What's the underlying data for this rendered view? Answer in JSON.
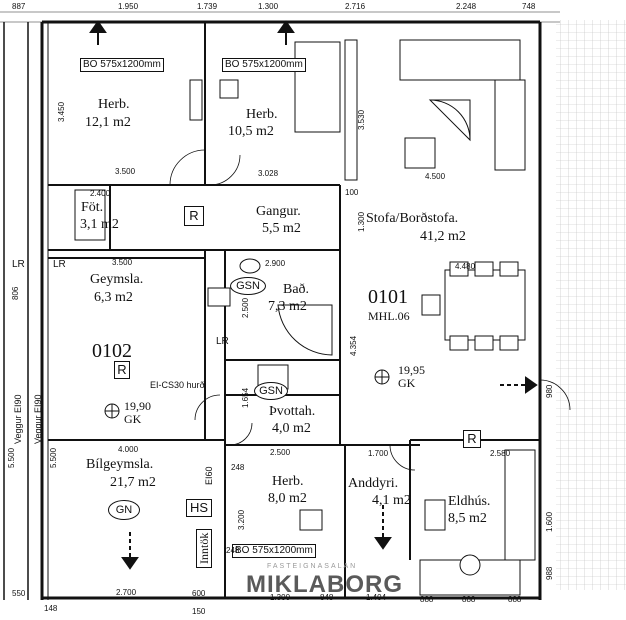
{
  "rooms": {
    "herb1": {
      "name": "Herb.",
      "area": "12,1 m2"
    },
    "herb2": {
      "name": "Herb.",
      "area": "10,5 m2"
    },
    "fot": {
      "name": "Föt.",
      "area": "3,1 m2"
    },
    "gangur": {
      "name": "Gangur.",
      "area": "5,5 m2"
    },
    "stofa": {
      "name": "Stofa/Borðstofa.",
      "area": "41,2 m2"
    },
    "geymsla": {
      "name": "Geymsla.",
      "area": "6,3 m2"
    },
    "bad": {
      "name": "Bað.",
      "area": "7,3 m2"
    },
    "thvottah": {
      "name": "Þvottah.",
      "area": "4,0 m2"
    },
    "bilgeymsla": {
      "name": "Bílgeymsla.",
      "area": "21,7 m2"
    },
    "herb3": {
      "name": "Herb.",
      "area": "8,0 m2"
    },
    "anddyri": {
      "name": "Anddyri.",
      "area": "4,1 m2"
    },
    "eldhus": {
      "name": "Eldhús.",
      "area": "8,5 m2"
    }
  },
  "units": {
    "u0101": "0101",
    "u0101_sub": "MHL.06",
    "u0102": "0102"
  },
  "labels": {
    "bo1": "BO 575x1200mm",
    "bo2": "BO 575x1200mm",
    "bo3": "BO 575x1200mm",
    "gsn1": "GSN",
    "gsn2": "GSN",
    "gn": "GN",
    "hs": "HS",
    "inntok": "Inntök",
    "lr1": "LR",
    "lr2": "LR",
    "lr3": "LR",
    "ei_cs30": "EI-CS30 hurð",
    "ei60": "EI60",
    "veggur": "Veggur EI90",
    "r": "R",
    "gk1_val": "19,95",
    "gk1": "GK",
    "gk2_val": "19,90",
    "gk2": "GK"
  },
  "dims": {
    "top": [
      "887",
      "1.950",
      "1.739",
      "1.300",
      "2.716",
      "2.248",
      "748"
    ],
    "d3500a": "3.500",
    "d3028": "3.028",
    "d4500": "4.500",
    "d2400": "2.400",
    "d3500b": "3.500",
    "d2900": "2.900",
    "d4480": "4.480",
    "d4000": "4.000",
    "d2500": "2.500",
    "d1700": "1.700",
    "d2580": "2.580",
    "d2700": "2.700",
    "d248a": "248",
    "d248b": "248",
    "d100": "100",
    "bottom": [
      "550",
      "600",
      "148",
      "150",
      "1.300",
      "848",
      "1.404",
      "888",
      "888",
      "888"
    ],
    "v3450": "3.450",
    "v3530": "3.530",
    "v1300": "1.300",
    "v4354": "4.354",
    "v2500": "2.500",
    "v1654": "1.654",
    "v5500a": "5.500",
    "v5500b": "5.500",
    "v3200": "3.200",
    "v1600": "1.600",
    "v988": "988",
    "v980": "980",
    "v806": "806"
  },
  "watermark": {
    "brand": "MIKLABORG",
    "sub": "FASTEIGNASALAN"
  }
}
